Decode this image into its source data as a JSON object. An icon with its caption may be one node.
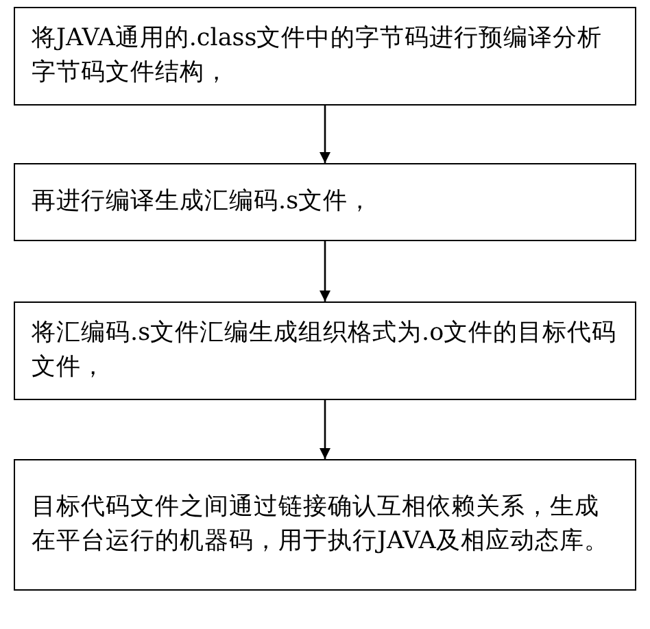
{
  "diagram": {
    "nodes": [
      {
        "text": [
          "将JAVA通用的.class文件中的字节码进行预编译分析字节码文件结构，"
        ]
      },
      {
        "text": [
          "再进行编译生成汇编码.s文件，"
        ]
      },
      {
        "text": [
          "将汇编码.s文件汇编生成组织格式为.o文件的目标代码文件，"
        ]
      },
      {
        "text": [
          "目标代码文件之间通过链接确认互相依赖关系，生成在平台运行的机器码，用于执行JAVA及相应动态库。"
        ]
      }
    ],
    "edges": [
      {
        "from": 0,
        "to": 1,
        "arrow": "to"
      },
      {
        "from": 1,
        "to": 2,
        "arrow": "to"
      },
      {
        "from": 2,
        "to": 3,
        "arrow": "to"
      }
    ]
  }
}
